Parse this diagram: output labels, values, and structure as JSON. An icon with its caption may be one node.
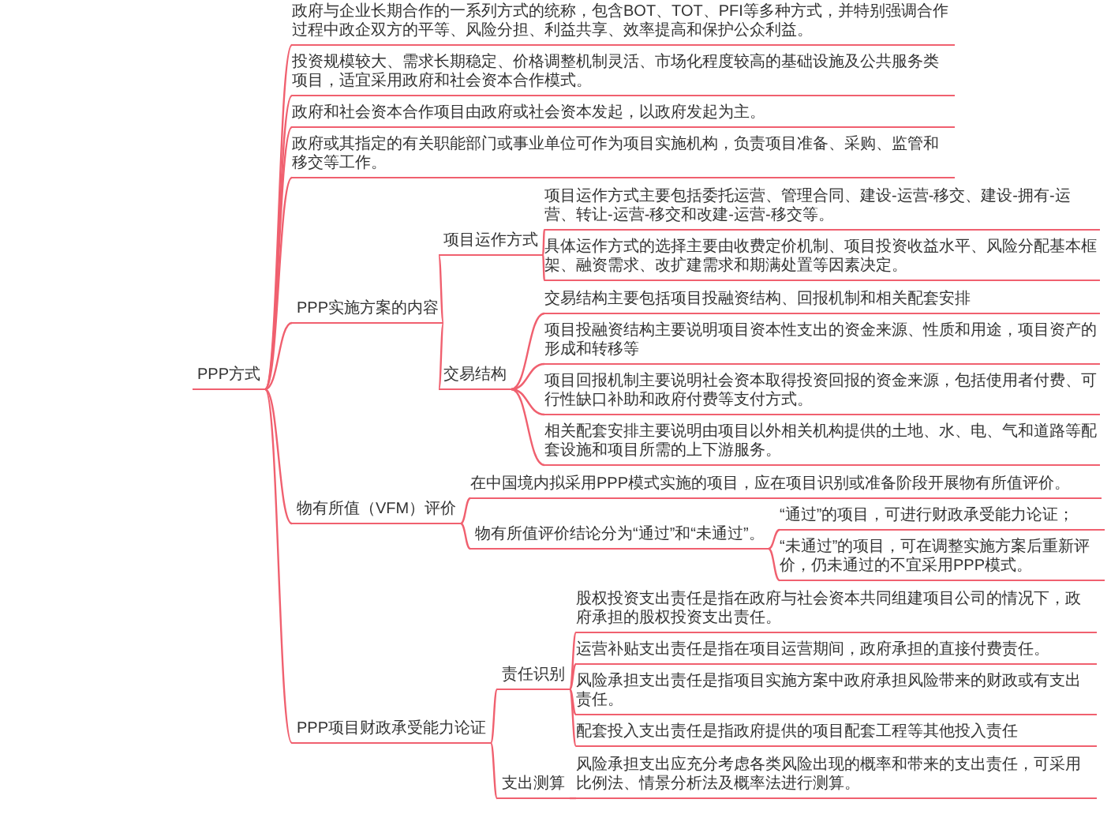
{
  "diagram": {
    "nodes": [
      {
        "text": [
          "PPP方式"
        ]
      },
      {
        "text": [
          "政府与企业长期合作的一系列方式的统称，包含BOT、TOT、PFI等多种方式，并特别强调合作过程中政企双方的平等、风险分担、利益共享、效率提高和保护公众利益。"
        ]
      },
      {
        "text": [
          "投资规模较大、需求长期稳定、价格调整机制灵活、市场化程度较高的基础设施及公共服务类项目，适宜采用政府和社会资本合作模式。"
        ]
      },
      {
        "text": [
          "政府和社会资本合作项目由政府或社会资本发起，以政府发起为主。"
        ]
      },
      {
        "text": [
          "政府或其指定的有关职能部门或事业单位可作为项目实施机构，负责项目准备、采购、监管和移交等工作。"
        ]
      },
      {
        "text": [
          "PPP实施方案的内容"
        ]
      },
      {
        "text": [
          "项目运作方式"
        ]
      },
      {
        "text": [
          "项目运作方式主要包括委托运营、管理合同、建设-运营-移交、建设-拥有-运营、转让-运营-移交和改建-运营-移交等。"
        ]
      },
      {
        "text": [
          "具体运作方式的选择主要由收费定价机制、项目投资收益水平、风险分配基本框架、融资需求、改扩建需求和期满处置等因素决定。"
        ]
      },
      {
        "text": [
          "交易结构"
        ]
      },
      {
        "text": [
          "交易结构主要包括项目投融资结构、回报机制和相关配套安排"
        ]
      },
      {
        "text": [
          "项目投融资结构主要说明项目资本性支出的资金来源、性质和用途，项目资产的形成和转移等"
        ]
      },
      {
        "text": [
          "项目回报机制主要说明社会资本取得投资回报的资金来源，包括使用者付费、可行性缺口补助和政府付费等支付方式。"
        ]
      },
      {
        "text": [
          "相关配套安排主要说明由项目以外相关机构提供的土地、水、电、气和道路等配套设施和项目所需的上下游服务。"
        ]
      },
      {
        "text": [
          "物有所值（VFM）评价"
        ]
      },
      {
        "text": [
          "在中国境内拟采用PPP模式实施的项目，应在项目识别或准备阶段开展物有所值评价。"
        ]
      },
      {
        "text": [
          "物有所值评价结论分为“通过”和“未通过”。"
        ]
      },
      {
        "text": [
          "“通过”的项目，可进行财政承受能力论证；"
        ]
      },
      {
        "text": [
          "“未通过”的项目，可在调整实施方案后重新评价，仍未通过的不宜采用PPP模式。"
        ]
      },
      {
        "text": [
          "PPP项目财政承受能力论证"
        ]
      },
      {
        "text": [
          "责任识别"
        ]
      },
      {
        "text": [
          "股权投资支出责任是指在政府与社会资本共同组建项目公司的情况下，政府承担的股权投资支出责任。"
        ]
      },
      {
        "text": [
          "运营补贴支出责任是指在项目运营期间，政府承担的直接付费责任。"
        ]
      },
      {
        "text": [
          "风险承担支出责任是指项目实施方案中政府承担风险带来的财政或有支出责任。"
        ]
      },
      {
        "text": [
          "配套投入支出责任是指政府提供的项目配套工程等其他投入责任"
        ]
      },
      {
        "text": [
          "支出测算"
        ]
      },
      {
        "text": [
          "风险承担支出应充分考虑各类风险出现的概率和带来的支出责任，可采用比例法、情景分析法及概率法进行测算。"
        ]
      }
    ],
    "edges": [
      {
        "from": 0,
        "to": 1,
        "arrow": "none"
      },
      {
        "from": 0,
        "to": 2,
        "arrow": "none"
      },
      {
        "from": 0,
        "to": 3,
        "arrow": "none"
      },
      {
        "from": 0,
        "to": 4,
        "arrow": "none"
      },
      {
        "from": 0,
        "to": 5,
        "arrow": "none"
      },
      {
        "from": 0,
        "to": 14,
        "arrow": "none"
      },
      {
        "from": 0,
        "to": 19,
        "arrow": "none"
      },
      {
        "from": 5,
        "to": 6,
        "arrow": "none"
      },
      {
        "from": 5,
        "to": 9,
        "arrow": "none"
      },
      {
        "from": 6,
        "to": 7,
        "arrow": "none"
      },
      {
        "from": 6,
        "to": 8,
        "arrow": "none"
      },
      {
        "from": 9,
        "to": 10,
        "arrow": "none"
      },
      {
        "from": 9,
        "to": 11,
        "arrow": "none"
      },
      {
        "from": 9,
        "to": 12,
        "arrow": "none"
      },
      {
        "from": 9,
        "to": 13,
        "arrow": "none"
      },
      {
        "from": 14,
        "to": 15,
        "arrow": "none"
      },
      {
        "from": 14,
        "to": 16,
        "arrow": "none"
      },
      {
        "from": 16,
        "to": 17,
        "arrow": "none"
      },
      {
        "from": 16,
        "to": 18,
        "arrow": "none"
      },
      {
        "from": 19,
        "to": 20,
        "arrow": "none"
      },
      {
        "from": 19,
        "to": 25,
        "arrow": "none"
      },
      {
        "from": 20,
        "to": 21,
        "arrow": "none"
      },
      {
        "from": 20,
        "to": 22,
        "arrow": "none"
      },
      {
        "from": 20,
        "to": 23,
        "arrow": "none"
      },
      {
        "from": 20,
        "to": 24,
        "arrow": "none"
      },
      {
        "from": 25,
        "to": 26,
        "arrow": "none"
      }
    ]
  }
}
